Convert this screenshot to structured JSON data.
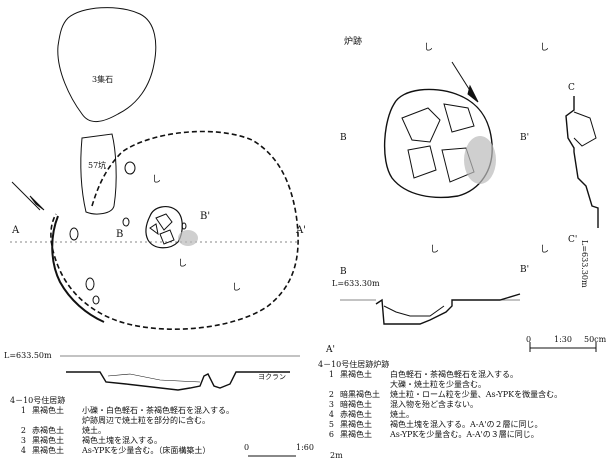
{
  "left_plan": {
    "stone_cluster_label": "3集石",
    "pit_label": "57坑",
    "section_A": "A",
    "section_A_prime": "A'",
    "section_B": "B",
    "section_B_prime": "B'",
    "hearth_marks": [
      "し",
      "し",
      "し"
    ],
    "elevation": "L=633.50m",
    "profile_note": "ヨクラン"
  },
  "left_legend": {
    "title": "4－10号住居跡",
    "rows": [
      {
        "num": "1",
        "name": "黒褐色土",
        "desc": "小礫・白色軽石・茶褐色軽石を混入する。"
      },
      {
        "num": "",
        "name": "",
        "desc": "炉跡周辺で焼土粒を部分的に含む。"
      },
      {
        "num": "2",
        "name": "赤褐色土",
        "desc": "焼土。"
      },
      {
        "num": "3",
        "name": "黒褐色土",
        "desc": "褐色土塊を混入する。"
      },
      {
        "num": "4",
        "name": "黒褐色土",
        "desc": "As-YPKを少量含む。（床面構築土）"
      }
    ],
    "scale_zero": "0",
    "scale_ratio": "1:60",
    "scale_end": "2m"
  },
  "right_plan": {
    "title": "炉跡",
    "section_B": "B",
    "section_B_prime": "B'",
    "section_C": "C",
    "section_C_prime": "C'",
    "section_A_prime": "A'",
    "elevation_B": "L=633.30m",
    "elevation_C": "L=633.30m",
    "hearth_marks": [
      "し",
      "し",
      "し",
      "し"
    ]
  },
  "right_scale": {
    "zero": "0",
    "ratio": "1:30",
    "end": "50cm"
  },
  "right_legend": {
    "title": "4－10号住居跡炉跡",
    "rows": [
      {
        "num": "1",
        "name": "黒褐色土",
        "desc": "白色軽石・茶褐色軽石を混入する。"
      },
      {
        "num": "",
        "name": "",
        "desc": "大礫・焼土粒を少量含む。"
      },
      {
        "num": "2",
        "name": "暗黒褐色土",
        "desc": "焼土粒・ローム粒を少量、As-YPKを微量含む。"
      },
      {
        "num": "3",
        "name": "暗褐色土",
        "desc": "混入物を殆ど含まない。"
      },
      {
        "num": "4",
        "name": "赤褐色土",
        "desc": "焼土。"
      },
      {
        "num": "5",
        "name": "黒褐色土",
        "desc": "褐色土塊を混入する。A-A'の２層に同じ。"
      },
      {
        "num": "6",
        "name": "黒褐色土",
        "desc": "As-YPKを少量含む。A-A'の３層に同じ。"
      }
    ]
  }
}
